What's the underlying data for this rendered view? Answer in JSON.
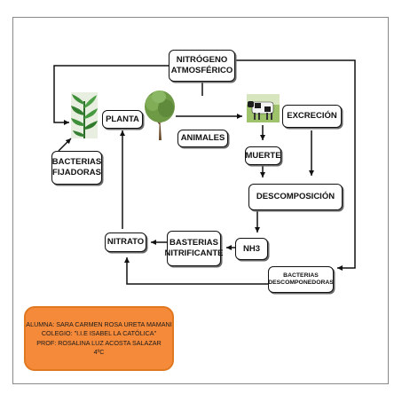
{
  "nodes": {
    "nitrogeno": "NITRÓGENO\nATMOSFÉRICO",
    "planta": "PLANTA",
    "bacterias_fijadoras": "BACTERIAS\nFIJADORAS",
    "animales": "ANIMALES",
    "excrecion": "EXCRECIÓN",
    "muerte": "MUERTE",
    "descomposicion": "DESCOMPOSICIÓN",
    "nh3": "NH3",
    "basterias_nitrificante": "BASTERIAS\nNITRIFICANTE",
    "nitrato": "NITRATO",
    "bacterias_descomponedoras": "BACTERIAS\nDESCOMPONEDORAS"
  },
  "credits": {
    "alumna": "ALUMNA: SARA CARMEN ROSA URETA MAMANI",
    "colegio": "COLEGIO: \"I.I.E ISABEL LA CATÓLICA\"",
    "prof": "PROF: ROSALINA LUZ ACOSTA SALAZAR",
    "grado": "4ºC"
  },
  "colors": {
    "credits_fill": "#f58a3a",
    "plant_green": "#3f8f3a",
    "tree_green": "#6e9a45"
  },
  "icons": [
    "plant-icon",
    "tree-icon",
    "cow-icon"
  ]
}
